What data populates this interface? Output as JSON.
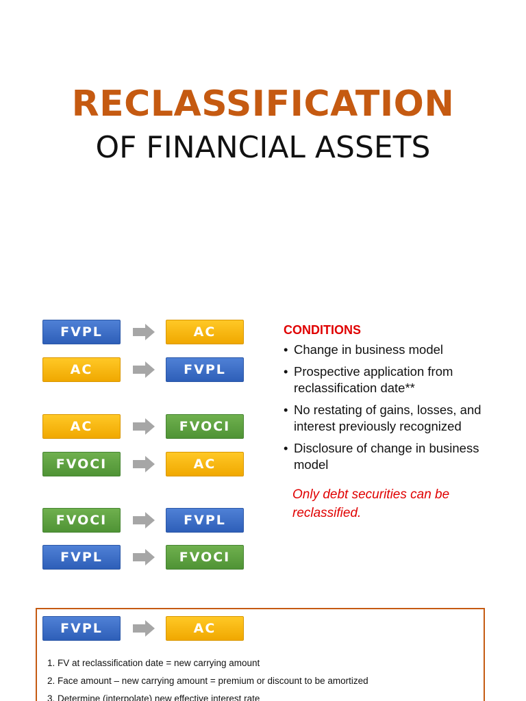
{
  "title": {
    "main": "RECLASSIFICATION",
    "sub": "OF FINANCIAL ASSETS"
  },
  "colors": {
    "title_accent": "#c55a11",
    "fvpl": "#3a6fc9",
    "ac": "#ffc000",
    "fvoci": "#5fa140",
    "condition_red": "#e00000",
    "arrow": "#a6a6a6"
  },
  "flows": [
    {
      "from": {
        "label": "FVPL",
        "color": "blue"
      },
      "to": {
        "label": "AC",
        "color": "amber"
      }
    },
    {
      "from": {
        "label": "AC",
        "color": "amber"
      },
      "to": {
        "label": "FVPL",
        "color": "blue"
      }
    },
    {
      "from": {
        "label": "AC",
        "color": "amber"
      },
      "to": {
        "label": "FVOCI",
        "color": "green"
      }
    },
    {
      "from": {
        "label": "FVOCI",
        "color": "green"
      },
      "to": {
        "label": "AC",
        "color": "amber"
      }
    },
    {
      "from": {
        "label": "FVOCI",
        "color": "green"
      },
      "to": {
        "label": "FVPL",
        "color": "blue"
      }
    },
    {
      "from": {
        "label": "FVPL",
        "color": "blue"
      },
      "to": {
        "label": "FVOCI",
        "color": "green"
      }
    }
  ],
  "arrow_icon": "right-arrow-icon",
  "conditions": {
    "heading": "CONDITIONS",
    "bullet": "•",
    "items": [
      "Change in business model",
      "Prospective application from reclassification date**",
      "No restating of gains, losses, and interest previously recognized",
      "Disclosure of change in business model"
    ],
    "note": "Only debt securities can be reclassified."
  },
  "detail": {
    "flow": {
      "from": {
        "label": "FVPL",
        "color": "blue"
      },
      "to": {
        "label": "AC",
        "color": "amber"
      }
    },
    "steps": [
      "1. FV at reclassification date = new carrying amount",
      "2. Face amount – new carrying amount = premium or discount to be amortized",
      "3. Determine (interpolate) new effective interest rate"
    ]
  }
}
